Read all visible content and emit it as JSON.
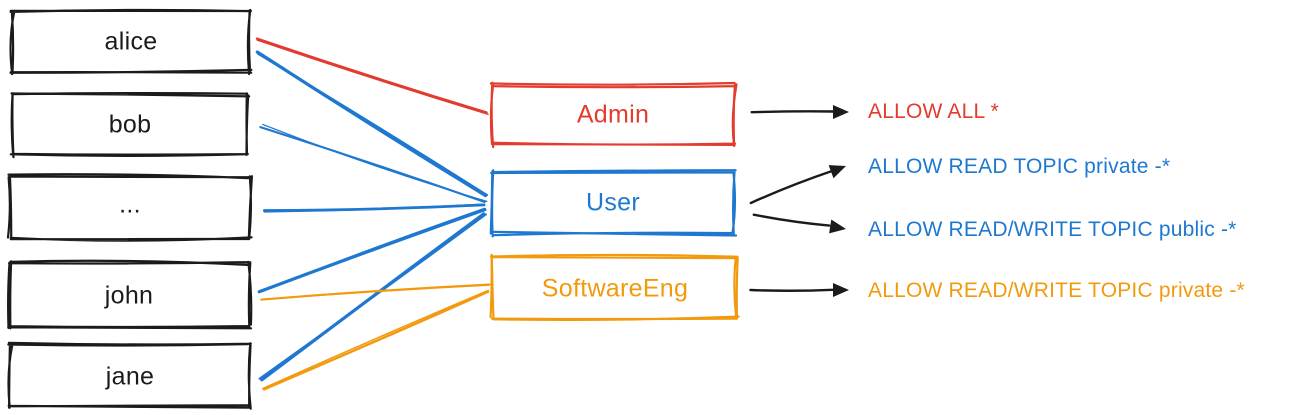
{
  "colors": {
    "black": "#1b1b1b",
    "red": "#e33b2e",
    "blue": "#1f78d0",
    "orange": "#f29a0d"
  },
  "users": [
    {
      "label": "alice"
    },
    {
      "label": "bob"
    },
    {
      "label": "..."
    },
    {
      "label": "john"
    },
    {
      "label": "jane"
    }
  ],
  "roles": [
    {
      "label": "Admin",
      "color": "red"
    },
    {
      "label": "User",
      "color": "blue"
    },
    {
      "label": "SoftwareEng",
      "color": "orange"
    }
  ],
  "permissions": [
    {
      "label": "ALLOW ALL *",
      "color": "red"
    },
    {
      "label": "ALLOW READ TOPIC private -*",
      "color": "blue"
    },
    {
      "label": "ALLOW READ/WRITE TOPIC public -*",
      "color": "blue"
    },
    {
      "label": "ALLOW READ/WRITE TOPIC private -*",
      "color": "orange"
    }
  ],
  "edges": {
    "user_to_role": [
      {
        "from": "alice",
        "to": "Admin"
      },
      {
        "from": "alice",
        "to": "User"
      },
      {
        "from": "bob",
        "to": "User"
      },
      {
        "from": "...",
        "to": "User"
      },
      {
        "from": "john",
        "to": "User"
      },
      {
        "from": "jane",
        "to": "User"
      },
      {
        "from": "john",
        "to": "SoftwareEng"
      },
      {
        "from": "jane",
        "to": "SoftwareEng"
      }
    ],
    "role_to_permission": [
      {
        "from": "Admin",
        "to": "ALLOW ALL *"
      },
      {
        "from": "User",
        "to": "ALLOW READ TOPIC private -*"
      },
      {
        "from": "User",
        "to": "ALLOW READ/WRITE TOPIC public -*"
      },
      {
        "from": "SoftwareEng",
        "to": "ALLOW READ/WRITE TOPIC private -*"
      }
    ]
  }
}
